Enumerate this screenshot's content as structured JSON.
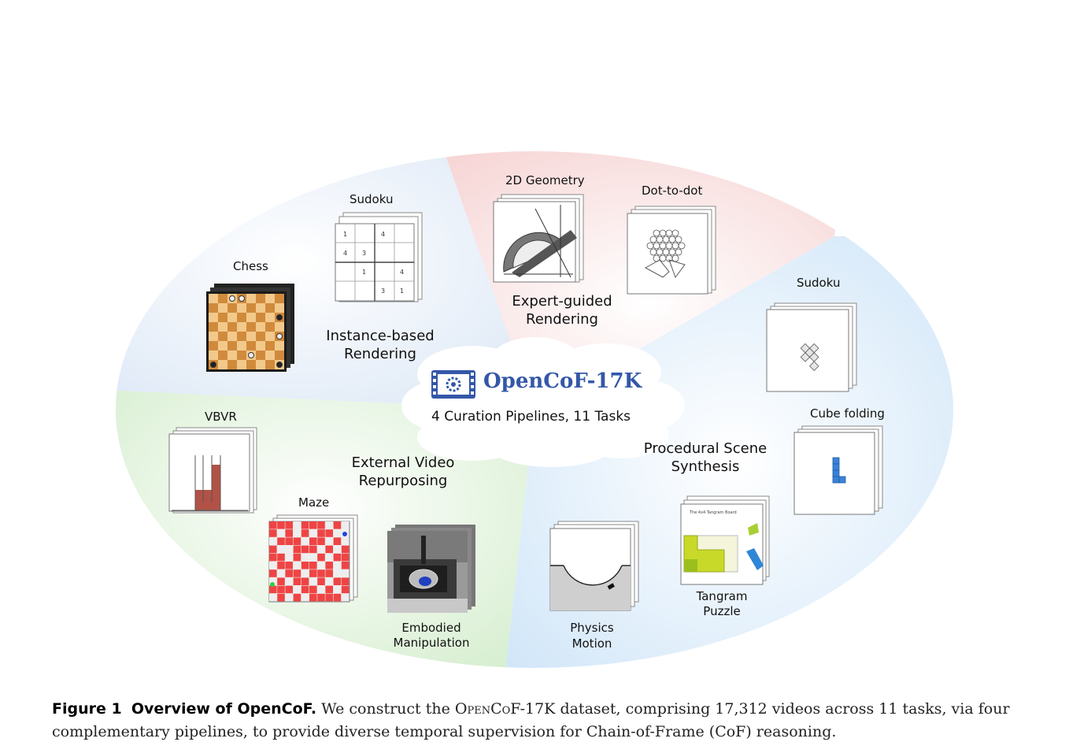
{
  "center": {
    "title": "OpenCoF-17K",
    "subtitle": "4 Curation Pipelines, 11 Tasks",
    "icon": "video-gear-icon"
  },
  "pipelines": {
    "instance": "Instance-based\nRendering",
    "expert": "Expert-guided\nRendering",
    "procedural": "Procedural Scene\nSynthesis",
    "external": "External Video\nRepurposing"
  },
  "tasks": {
    "chess": "Chess",
    "sudoku_instance": "Sudoku",
    "geometry": "2D Geometry",
    "dot_to_dot": "Dot-to-dot",
    "sudoku_procedural": "Sudoku",
    "cube_folding": "Cube folding",
    "tangram": "Tangram\nPuzzle",
    "physics": "Physics\nMotion",
    "vbvr": "VBVR",
    "maze": "Maze",
    "embodied": "Embodied\nManipulation"
  },
  "thumbnails": {
    "sudoku_digits": [
      "1",
      "4",
      "4",
      "3",
      "1",
      "4",
      "3",
      "1"
    ],
    "tangram_title": "The 4x4 Tangram Board"
  },
  "colors": {
    "instance_bg": "#e6eef8",
    "expert_bg": "#f9dede",
    "procedural_bg": "#dcecf9",
    "external_bg": "#e1f2dc",
    "brand_blue": "#3457a8"
  },
  "caption": {
    "label": "Figure 1",
    "title": "Overview of OpenCoF.",
    "text_before": "We construct the",
    "dataset_name": "OpenCoF-17K",
    "text_after": "dataset, comprising 17,312 videos across 11 tasks, via four complementary pipelines, to provide diverse temporal supervision for Chain-of-Frame (CoF) reasoning."
  }
}
